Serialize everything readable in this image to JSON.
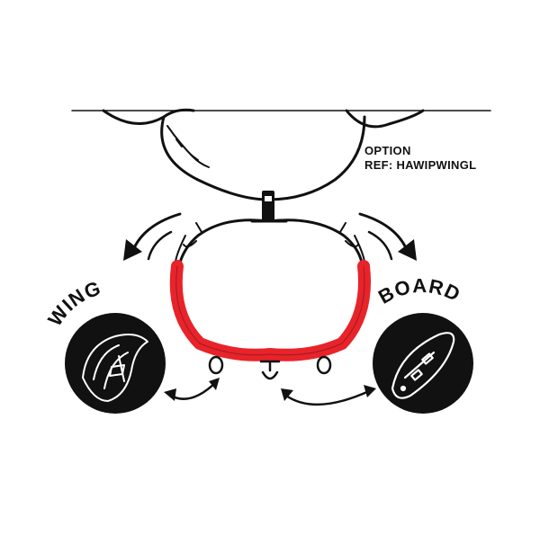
{
  "option": {
    "title": "OPTION",
    "ref": "REF: HAWIPWINGL"
  },
  "labels": {
    "wing": "WING",
    "board": "BOARD"
  },
  "colors": {
    "ink": "#111111",
    "harness_red": "#e8232a",
    "white": "#ffffff"
  },
  "icons": {
    "wing": "wing-icon",
    "board": "board-icon"
  }
}
